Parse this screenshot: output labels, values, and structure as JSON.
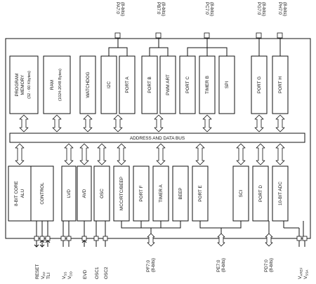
{
  "blocks": {
    "program_memory": [
      "PROGRAM",
      "MEMORY",
      "(32 - 60 Kbytes)"
    ],
    "ram": [
      "RAM",
      "(1024-2048 Bytes)"
    ],
    "watchdog": "WATCHDOG",
    "i2c": "I2C",
    "port_a": "PORT A",
    "port_b": "PORT B",
    "pwm_art": "PWM ART",
    "port_c": "PORT C",
    "timer_b": "TIMER B",
    "spi": "SPI",
    "port_g": "PORT G",
    "port_h": "PORT H",
    "bus": "ADDRESS AND DATA BUS",
    "core": [
      "8-BIT CORE",
      "ALU"
    ],
    "control": "CONTROL",
    "lvd": "LVD",
    "avd": "AVD",
    "osc": "OSC",
    "mcc": "MCC/RTC/BEEP",
    "port_f": "PORT F",
    "timer_a": "TIMER A",
    "beep": "BEEP",
    "port_e": "PORT E",
    "sci": "SCI",
    "port_d": "PORT D",
    "adc": "10-BIT ADC"
  },
  "ports_top": {
    "pa": [
      "PA7:0",
      "(8-bits)"
    ],
    "pb": [
      "PB7:0",
      "(8-bits)"
    ],
    "pc": [
      "PC7:0",
      "(8-bits)"
    ],
    "pg": [
      "PG7:0",
      "(8-bits)"
    ],
    "ph": [
      "PH7:0",
      "(8-bits)"
    ]
  },
  "ports_bottom": {
    "pf": [
      "PF7:0",
      "(8-bits)"
    ],
    "pe": [
      "PE7:0",
      "(8-bits)"
    ],
    "pd": [
      "PD7:0",
      "(8-bits)"
    ]
  },
  "pins": {
    "reset": "RESET",
    "vpp": [
      "V",
      "PP"
    ],
    "tli": "TLI",
    "vss": [
      "V",
      "SS"
    ],
    "vdd": [
      "V",
      "DD"
    ],
    "evd": "EVD",
    "osc1": "OSC1",
    "osc2": "OSC2",
    "varef": [
      "V",
      "AREF"
    ],
    "vssa": [
      "V",
      "SSA"
    ]
  }
}
